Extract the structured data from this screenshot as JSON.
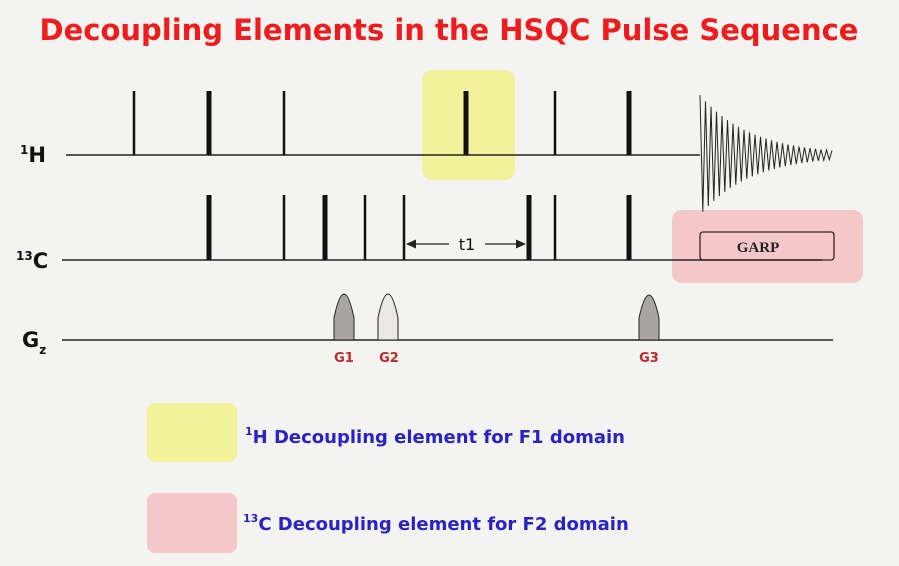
{
  "title": "Decoupling Elements in the HSQC Pulse Sequence",
  "channels": [
    {
      "id": "h",
      "label": "H",
      "superscript": "1"
    },
    {
      "id": "c",
      "label": "C",
      "superscript": "13"
    },
    {
      "id": "g",
      "label": "G",
      "subscript": "z"
    }
  ],
  "delay_label": "t1",
  "decoupling_block_label": "GARP",
  "gradients": [
    "G1",
    "G2",
    "G3"
  ],
  "legend": [
    {
      "superscript": "1",
      "text": "H Decoupling element for F1 domain",
      "color": "#f2f29a"
    },
    {
      "superscript": "13",
      "text": "C Decoupling element for F2 domain",
      "color": "#f4c8c8"
    }
  ],
  "colors": {
    "title": "#ee1c1c",
    "legend_text": "#2a22c8",
    "gradient_label": "#c0262a",
    "highlight_h": "#f2f29a",
    "highlight_c": "#f4c8c8"
  }
}
